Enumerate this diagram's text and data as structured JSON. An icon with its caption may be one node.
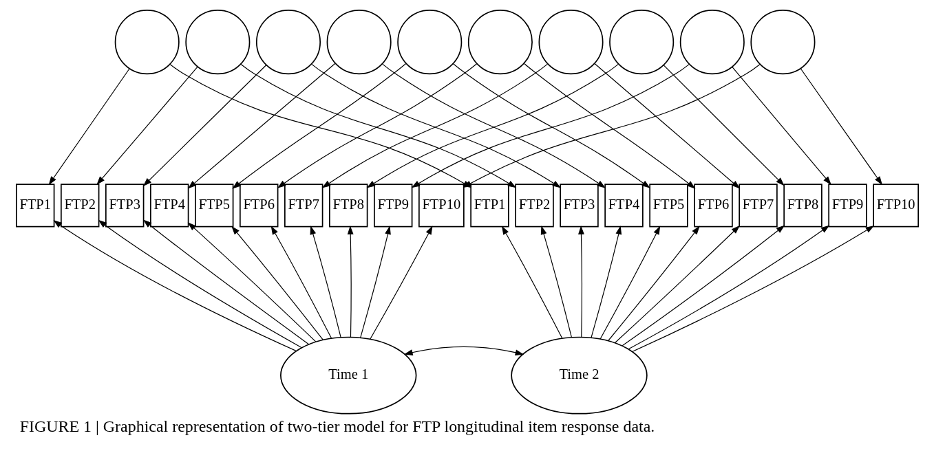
{
  "diagram": {
    "caption": "FIGURE 1 | Graphical representation of two-tier model for FTP longitudinal item response data.",
    "nodes": [
      {
        "text": [],
        "shape": "circle"
      },
      {
        "text": [],
        "shape": "circle"
      },
      {
        "text": [],
        "shape": "circle"
      },
      {
        "text": [],
        "shape": "circle"
      },
      {
        "text": [],
        "shape": "circle"
      },
      {
        "text": [],
        "shape": "circle"
      },
      {
        "text": [],
        "shape": "circle"
      },
      {
        "text": [],
        "shape": "circle"
      },
      {
        "text": [],
        "shape": "circle"
      },
      {
        "text": [],
        "shape": "circle"
      },
      {
        "text": [
          "FTP1"
        ]
      },
      {
        "text": [
          "FTP2"
        ]
      },
      {
        "text": [
          "FTP3"
        ]
      },
      {
        "text": [
          "FTP4"
        ]
      },
      {
        "text": [
          "FTP5"
        ]
      },
      {
        "text": [
          "FTP6"
        ]
      },
      {
        "text": [
          "FTP7"
        ]
      },
      {
        "text": [
          "FTP8"
        ]
      },
      {
        "text": [
          "FTP9"
        ]
      },
      {
        "text": [
          "FTP10"
        ]
      },
      {
        "text": [
          "FTP1"
        ]
      },
      {
        "text": [
          "FTP2"
        ]
      },
      {
        "text": [
          "FTP3"
        ]
      },
      {
        "text": [
          "FTP4"
        ]
      },
      {
        "text": [
          "FTP5"
        ]
      },
      {
        "text": [
          "FTP6"
        ]
      },
      {
        "text": [
          "FTP7"
        ]
      },
      {
        "text": [
          "FTP8"
        ]
      },
      {
        "text": [
          "FTP9"
        ]
      },
      {
        "text": [
          "FTP10"
        ]
      },
      {
        "text": [
          "Time 1"
        ]
      },
      {
        "text": [
          "Time 2"
        ]
      }
    ],
    "edges": [
      {
        "from": 0,
        "to": 10,
        "arrow": "to"
      },
      {
        "from": 0,
        "to": 20,
        "arrow": "to"
      },
      {
        "from": 1,
        "to": 11,
        "arrow": "to"
      },
      {
        "from": 1,
        "to": 21,
        "arrow": "to"
      },
      {
        "from": 2,
        "to": 12,
        "arrow": "to"
      },
      {
        "from": 2,
        "to": 22,
        "arrow": "to"
      },
      {
        "from": 3,
        "to": 13,
        "arrow": "to"
      },
      {
        "from": 3,
        "to": 23,
        "arrow": "to"
      },
      {
        "from": 4,
        "to": 14,
        "arrow": "to"
      },
      {
        "from": 4,
        "to": 24,
        "arrow": "to"
      },
      {
        "from": 5,
        "to": 15,
        "arrow": "to"
      },
      {
        "from": 5,
        "to": 25,
        "arrow": "to"
      },
      {
        "from": 6,
        "to": 16,
        "arrow": "to"
      },
      {
        "from": 6,
        "to": 26,
        "arrow": "to"
      },
      {
        "from": 7,
        "to": 17,
        "arrow": "to"
      },
      {
        "from": 7,
        "to": 27,
        "arrow": "to"
      },
      {
        "from": 8,
        "to": 18,
        "arrow": "to"
      },
      {
        "from": 8,
        "to": 28,
        "arrow": "to"
      },
      {
        "from": 9,
        "to": 19,
        "arrow": "to"
      },
      {
        "from": 9,
        "to": 29,
        "arrow": "to"
      },
      {
        "from": 30,
        "to": 10,
        "arrow": "to"
      },
      {
        "from": 30,
        "to": 11,
        "arrow": "to"
      },
      {
        "from": 30,
        "to": 12,
        "arrow": "to"
      },
      {
        "from": 30,
        "to": 13,
        "arrow": "to"
      },
      {
        "from": 30,
        "to": 14,
        "arrow": "to"
      },
      {
        "from": 30,
        "to": 15,
        "arrow": "to"
      },
      {
        "from": 30,
        "to": 16,
        "arrow": "to"
      },
      {
        "from": 30,
        "to": 17,
        "arrow": "to"
      },
      {
        "from": 30,
        "to": 18,
        "arrow": "to"
      },
      {
        "from": 30,
        "to": 19,
        "arrow": "to"
      },
      {
        "from": 31,
        "to": 20,
        "arrow": "to"
      },
      {
        "from": 31,
        "to": 21,
        "arrow": "to"
      },
      {
        "from": 31,
        "to": 22,
        "arrow": "to"
      },
      {
        "from": 31,
        "to": 23,
        "arrow": "to"
      },
      {
        "from": 31,
        "to": 24,
        "arrow": "to"
      },
      {
        "from": 31,
        "to": 25,
        "arrow": "to"
      },
      {
        "from": 31,
        "to": 26,
        "arrow": "to"
      },
      {
        "from": 31,
        "to": 27,
        "arrow": "to"
      },
      {
        "from": 31,
        "to": 28,
        "arrow": "to"
      },
      {
        "from": 31,
        "to": 29,
        "arrow": "to"
      },
      {
        "from": 30,
        "to": 31,
        "arrow": "both"
      }
    ]
  }
}
